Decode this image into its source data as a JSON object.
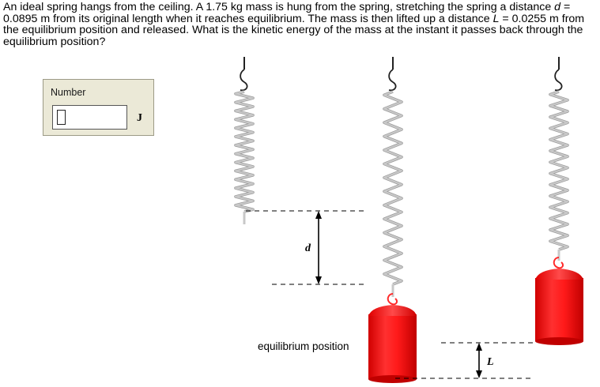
{
  "question": {
    "p1": "An ideal spring hangs from the ceiling. A 1.75 kg mass is hung from the spring, stretching the spring a distance ",
    "var_d": "d",
    "p2": " = 0.0895 m from its original length when it reaches equilibrium. The mass is then lifted up a distance ",
    "var_L": "L",
    "p3": " = 0.0255 m from the equilibrium position and released. What is the kinetic energy of the mass at the instant it passes back through the equilibrium position?"
  },
  "answer": {
    "label": "Number",
    "value": "",
    "unit": "J"
  },
  "diagram": {
    "d_label": "d",
    "L_label": "L",
    "equilibrium_label": "equilibrium position",
    "mass_color": "#ff1a1a",
    "spring_color": "#c8c8c8"
  }
}
